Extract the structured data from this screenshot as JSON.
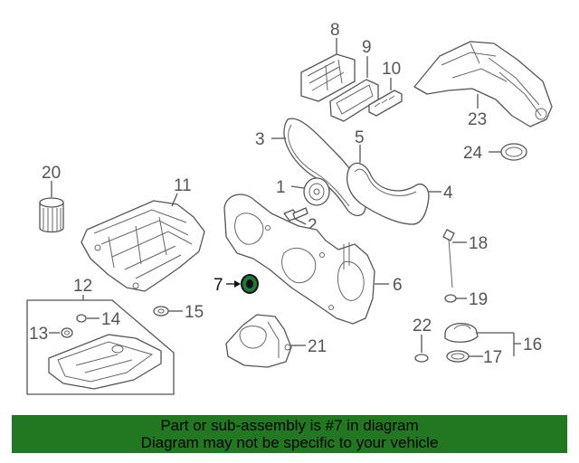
{
  "diagram": {
    "callouts": {
      "c1": "1",
      "c2": "2",
      "c3": "3",
      "c4": "4",
      "c5": "5",
      "c6": "6",
      "c7": "7",
      "c8": "8",
      "c9": "9",
      "c10": "10",
      "c11": "11",
      "c12": "12",
      "c13": "13",
      "c14": "14",
      "c15": "15",
      "c16": "16",
      "c17": "17",
      "c18": "18",
      "c19": "19",
      "c20": "20",
      "c21": "21",
      "c22": "22",
      "c23": "23",
      "c24": "24"
    },
    "highlighted_part": "7",
    "highlight_color": "#1f7a3a",
    "line_color": "#555555"
  },
  "banner": {
    "line1": "Part or sub-assembly is #7 in diagram",
    "line2": "Diagram may not be specific to your vehicle",
    "background": "#217821"
  }
}
